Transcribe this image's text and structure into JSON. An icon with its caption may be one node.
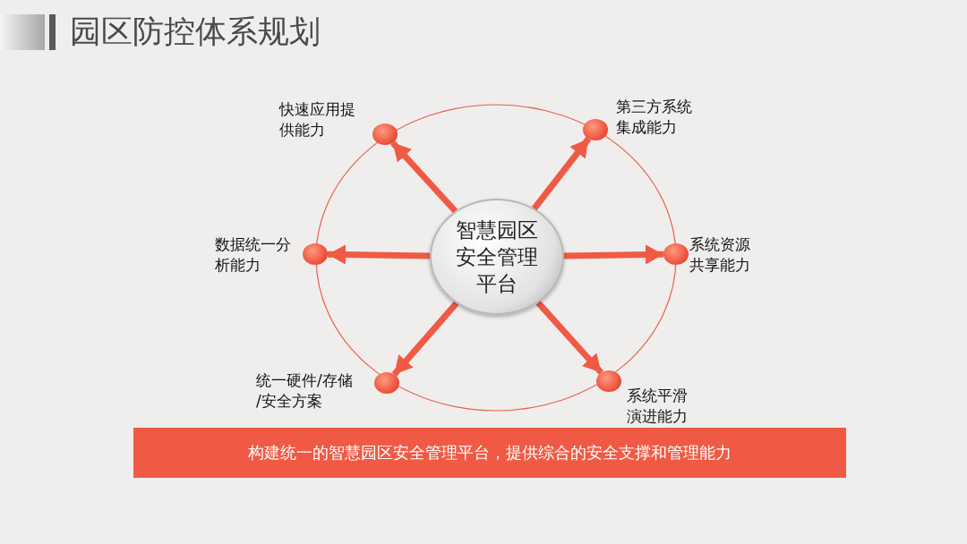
{
  "diagram": {
    "title": "园区防控体系规划",
    "nodes": [
      {
        "text": [
          "智慧园区安全管理平台"
        ]
      },
      {
        "text": [],
        "shape": "circle",
        "beside": [
          "快速应用提供能力"
        ]
      },
      {
        "text": [],
        "shape": "circle",
        "beside": [
          "第三方系统集成能力"
        ]
      },
      {
        "text": [],
        "shape": "circle",
        "beside": [
          "数据统一分析能力"
        ]
      },
      {
        "text": [],
        "shape": "circle",
        "beside": [
          "系统资源共享能力"
        ]
      },
      {
        "text": [],
        "shape": "circle",
        "beside": [
          "统一硬件/存储/安全方案"
        ]
      },
      {
        "text": [],
        "shape": "circle",
        "beside": [
          "系统平滑演进能力"
        ]
      },
      {
        "text": [
          "构建统一的智慧园区安全管理平台，提供综合的安全支撑和管理能力"
        ]
      }
    ],
    "edges": [
      {
        "from": 0,
        "to": 1,
        "arrow": "to"
      },
      {
        "from": 0,
        "to": 2,
        "arrow": "to"
      },
      {
        "from": 0,
        "to": 3,
        "arrow": "to"
      },
      {
        "from": 0,
        "to": 4,
        "arrow": "to"
      },
      {
        "from": 0,
        "to": 5,
        "arrow": "to"
      },
      {
        "from": 0,
        "to": 6,
        "arrow": "to"
      }
    ]
  }
}
